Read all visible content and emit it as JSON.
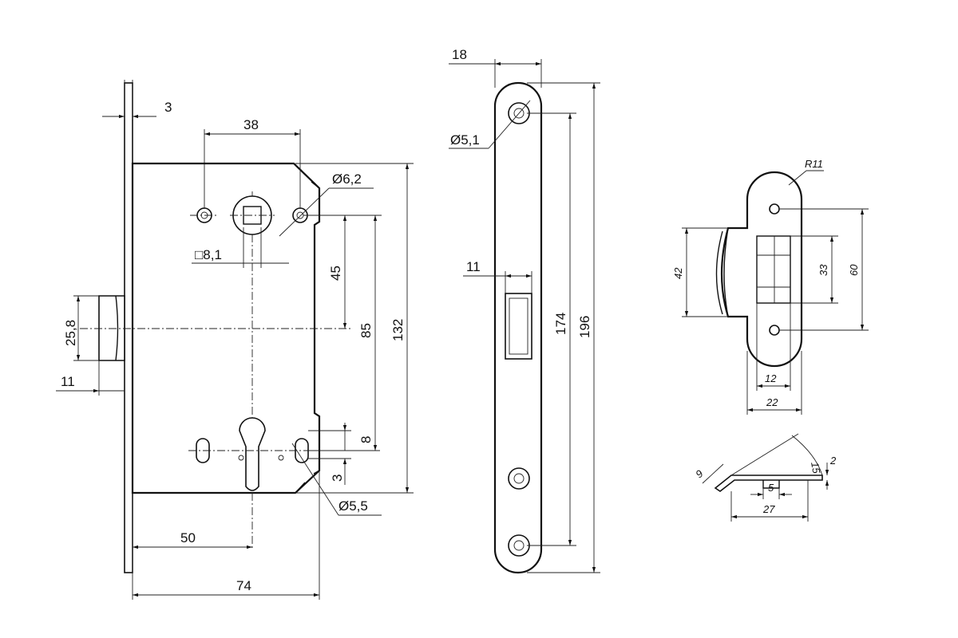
{
  "lock_body": {
    "plate_thickness": "3",
    "backset_holes": "38",
    "hole_diameter_top": "Ø6,2",
    "square_follower": "□8,1",
    "dist_45": "45",
    "dist_85": "85",
    "height_132": "132",
    "bolt_height": "25,8",
    "bolt_throw": "11",
    "dist_8": "8",
    "dist_3": "3",
    "hole_diameter_bottom": "Ø5,5",
    "backset_50": "50",
    "depth_74": "74"
  },
  "faceplate": {
    "width": "18",
    "screw_hole": "Ø5,1",
    "slot_width": "11",
    "hole_spacing": "174",
    "length": "196"
  },
  "strike_plate": {
    "radius": "R11",
    "height_42": "42",
    "height_33": "33",
    "height_60": "60",
    "width_12": "12",
    "width_22": "22"
  },
  "strike_profile": {
    "dim_9": "9",
    "dim_2": "2",
    "dim_5": "5",
    "dim_27": "27",
    "angle_15": "15"
  }
}
